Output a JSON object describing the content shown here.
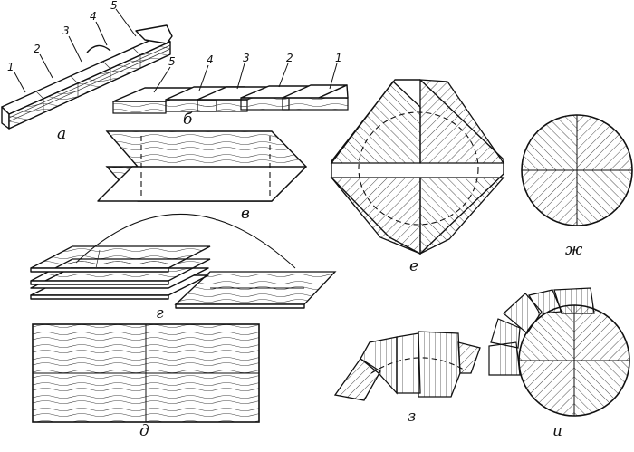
{
  "figure": {
    "panels": [
      {
        "key": "a",
        "label": "а"
      },
      {
        "key": "b",
        "label": "б"
      },
      {
        "key": "v",
        "label": "в"
      },
      {
        "key": "g",
        "label": "г"
      },
      {
        "key": "d",
        "label": "д"
      },
      {
        "key": "e",
        "label": "е"
      },
      {
        "key": "zh",
        "label": "ж"
      },
      {
        "key": "z",
        "label": "з"
      },
      {
        "key": "i",
        "label": "и"
      }
    ],
    "stack_numbers": [
      "1",
      "2",
      "3",
      "4",
      "5"
    ],
    "strip_numbers": [
      "5",
      "4",
      "3",
      "2",
      "1"
    ]
  }
}
